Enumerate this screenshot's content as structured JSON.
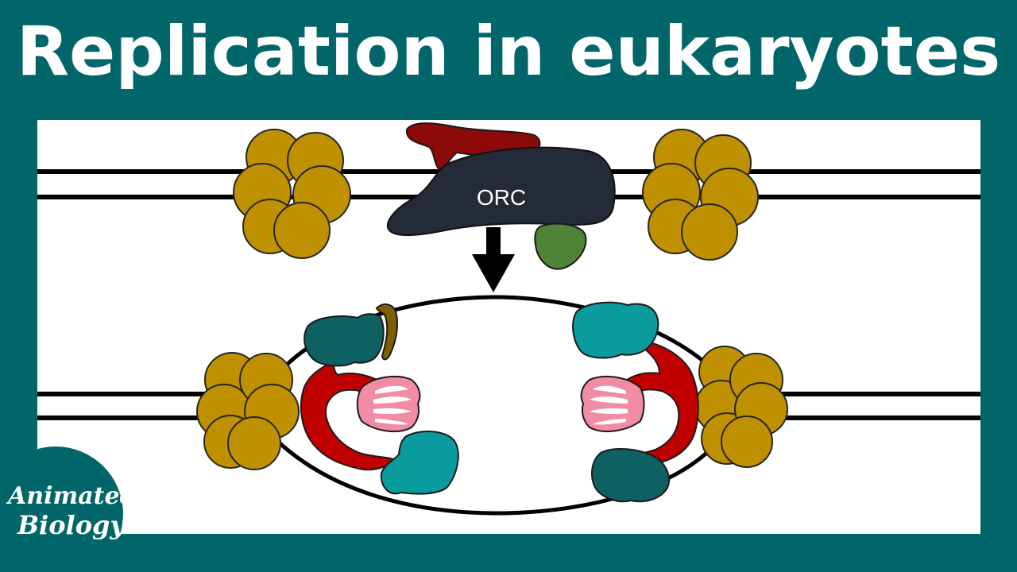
{
  "page": {
    "title": "Replication in eukaryotes"
  },
  "diagram": {
    "orc_label": "ORC"
  },
  "logo": {
    "line1": "Animated",
    "line2": "Biology"
  },
  "colors": {
    "background": "#00666a",
    "nucleosome": "#bf9100",
    "orc": "#242a37",
    "cdc6": "#8c0a0a",
    "cdt1": "#4f8438",
    "mcm": "#c00000",
    "gins": "#f08ca4",
    "cdc45_dark": "#0d6162",
    "cdc45_light": "#0a9b9e",
    "clamp": "#7f6000",
    "dna": "#000000"
  }
}
